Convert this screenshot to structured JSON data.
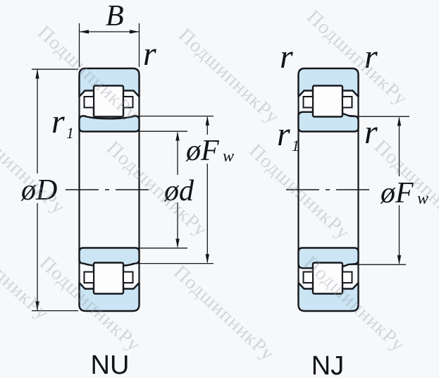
{
  "page": {
    "background": "#f7f8f9",
    "line_color": "#15171c",
    "part_fill": "#cbe5f4",
    "label_color": "#101318"
  },
  "watermark": {
    "text": "ПодшипникРу",
    "color": "rgba(140,146,158,0.34)"
  },
  "bearings": {
    "left": {
      "type_label": "NU",
      "dims": {
        "width": "B",
        "corner_radius": "r",
        "inner_corner_radius_base": "r",
        "inner_corner_radius_sub": "1",
        "outer_diameter": "øD",
        "bore_diameter": "ød",
        "raceway_diameter_base": "øF",
        "raceway_diameter_sub": "w"
      }
    },
    "right": {
      "type_label": "NJ",
      "dims": {
        "corner_radius_left": "r",
        "corner_radius_right": "r",
        "inner_corner_radius_base": "r",
        "inner_corner_radius_sub": "1",
        "flange_corner_radius": "r",
        "raceway_diameter_base": "øF",
        "raceway_diameter_sub": "w"
      }
    }
  }
}
